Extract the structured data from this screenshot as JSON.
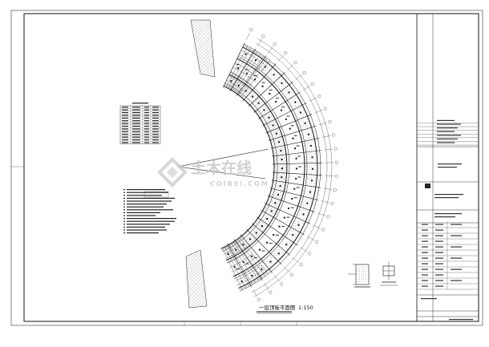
{
  "drawing": {
    "title": "一层顶板平面图",
    "scale": "1:150"
  },
  "watermark": {
    "cn": "土木在线",
    "en": "COIBEI.COM",
    "icon": "diamond-logo-icon"
  },
  "colors": {
    "line": "#111111",
    "hatch": "#555555",
    "watermark": "#c8c8c8"
  }
}
